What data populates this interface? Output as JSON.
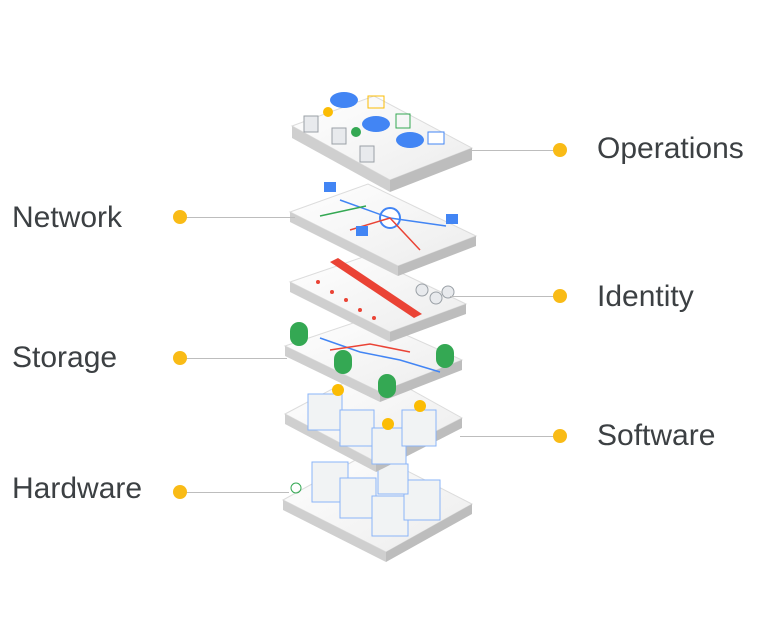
{
  "colors": {
    "dot": "#f9bb16",
    "leader": "#bdbdbd",
    "text": "#3c4043",
    "accent_blue": "#4285f4",
    "accent_green": "#34a853",
    "accent_red": "#ea4335",
    "accent_yellow": "#fbbc04"
  },
  "layers": [
    {
      "id": "operations",
      "label": "Operations",
      "side": "right"
    },
    {
      "id": "network",
      "label": "Network",
      "side": "left"
    },
    {
      "id": "identity",
      "label": "Identity",
      "side": "right"
    },
    {
      "id": "storage",
      "label": "Storage",
      "side": "left"
    },
    {
      "id": "software",
      "label": "Software",
      "side": "right"
    },
    {
      "id": "hardware",
      "label": "Hardware",
      "side": "left"
    }
  ]
}
